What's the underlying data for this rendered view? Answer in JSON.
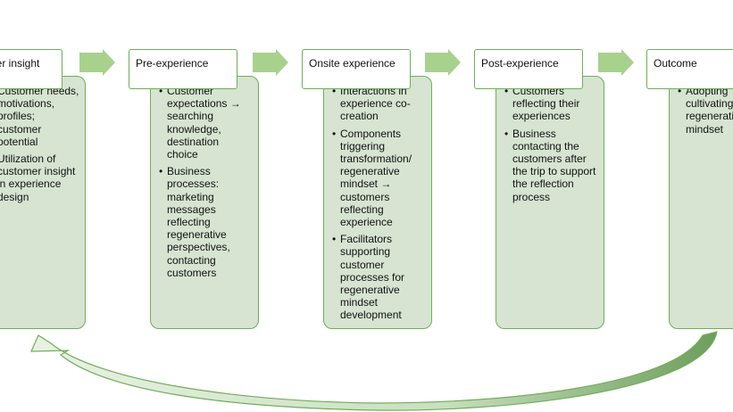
{
  "stages": [
    {
      "title": "ner insight",
      "items": [
        "Customer needs, motivations, profiles; customer potential",
        "Utilization of customer insight in experience design"
      ]
    },
    {
      "title": "Pre-experience",
      "items": [
        "Customer expectations → searching knowledge, destination choice",
        "Business processes: marketing messages reflecting regenerative perspectives, contacting customers"
      ]
    },
    {
      "title": "Onsite experience",
      "items": [
        "Interactions in experience co-creation",
        "Components triggering transformation/ regenerative mindset → customers reflecting experience",
        "Facilitators supporting customer processes for regenerative mindset development"
      ]
    },
    {
      "title": "Post-experience",
      "items": [
        "Customers reflecting their experiences",
        "Business contacting the customers after the trip to support the reflection process"
      ]
    },
    {
      "title": "Outcome",
      "items": [
        "Adopting cultivating regenerative mindset"
      ]
    }
  ],
  "colors": {
    "card_fill": "#d6e4d1",
    "border": "#6fae5a",
    "arrow_fill": "#a9d18e",
    "loop_fill": "#7fb26a"
  }
}
